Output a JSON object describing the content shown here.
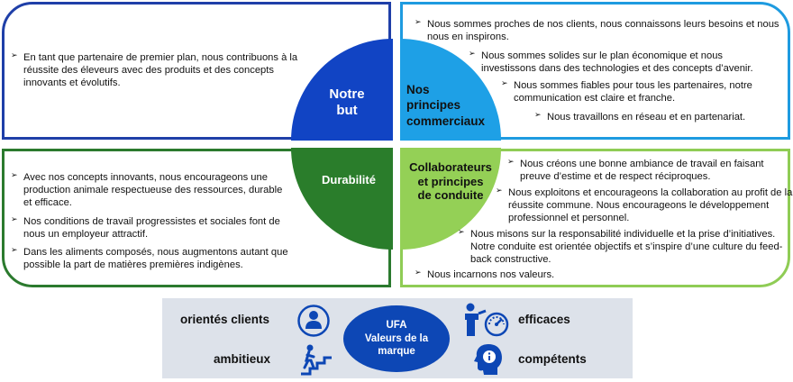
{
  "quadrants": {
    "goal": {
      "label": "Notre\nbut",
      "color": "#1144c4",
      "items": [
        "En tant que partenaire de premier plan, nous contribuons à la réussite des éleveurs avec des produits et des concepts innovants et évolutifs."
      ]
    },
    "business": {
      "label": "Nos\nprincipes\ncommerciaux",
      "color": "#1ea0e6",
      "items": [
        "Nous sommes proches de nos clients, nous connaissons leurs besoins et nous nous en inspirons.",
        "Nous sommes solides sur le plan économique et nous investissons dans des technologies et des concepts d’avenir.",
        "Nous sommes fiables pour tous les partenaires, notre communication est claire et franche.",
        "Nous travaillons en réseau et en partenariat."
      ]
    },
    "sustainability": {
      "label": "Durabilité",
      "color": "#2a7d2b",
      "items": [
        "Avec nos concepts innovants, nous encourageons une production animale respectueuse des ressources, durable et efficace.",
        "Nos conditions de travail progressistes et sociales font de nous un employeur attractif.",
        "Dans les aliments composés, nous augmentons autant que possible la part de matières premières indigènes."
      ]
    },
    "employees": {
      "label": "Collaborateurs\net principes\nde conduite",
      "color": "#94d056",
      "items": [
        "Nous créons une bonne ambiance de travail en faisant preuve d’estime et de respect réciproques.",
        "Nous exploitons et encourageons la collaboration au profit de la réussite commune. Nous encourageons le développement professionnel et personnel.",
        "Nous misons sur la responsabilité individuelle et la prise d’initiatives. Notre conduite est orientée objectifs et s’inspire d’une culture du feed-back constructive.",
        "Nous incarnons nos valeurs."
      ]
    }
  },
  "brand": {
    "center": "UFA\nValeurs de la\nmarque",
    "values": {
      "customer": "orientés clients",
      "efficient": "efficaces",
      "ambitious": "ambitieux",
      "competent": "compétents"
    },
    "icons": {
      "customer": "person-circle-icon",
      "efficient": "person-speedometer-icon",
      "ambitious": "stairs-climber-icon",
      "competent": "head-info-icon"
    },
    "icon_color": "#0d47b5"
  }
}
